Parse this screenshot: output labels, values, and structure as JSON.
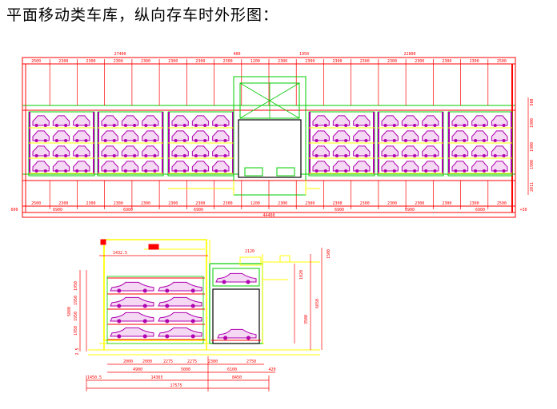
{
  "title": "平面移动类车库，纵向存车时外形图：",
  "colors": {
    "line": "#ff0000",
    "dim": "#ffff00",
    "wall": "#00cc00",
    "car": "#b000b0",
    "text": "#000000"
  },
  "plan": {
    "top_dims": {
      "row1": [
        "2500",
        "2300",
        "2300",
        "2300",
        "2300",
        "2300",
        "2300",
        "2300",
        "1200",
        "2300",
        "2300",
        "2300",
        "2300",
        "2300",
        "2300",
        "2300",
        "2300",
        "2500"
      ],
      "row0": [
        "27400",
        "400",
        "1950",
        "22800"
      ]
    },
    "right_dims": [
      "500",
      "1900",
      "1900",
      "1900",
      "2011"
    ],
    "bottom_dims": {
      "row1": [
        "2500",
        "2300",
        "2300",
        "2300",
        "2300",
        "2300",
        "2300",
        "2300",
        "1200",
        "2300",
        "2300",
        "2300",
        "2300",
        "2300",
        "2300",
        "2300",
        "2300",
        "2500"
      ],
      "row2": [
        "6900",
        "6900",
        "6900",
        "6900",
        "6900",
        "6900"
      ],
      "total": "44400",
      "left": "600",
      "right": "+30"
    }
  },
  "section": {
    "top_dims": [
      "1432.5",
      "2120"
    ],
    "left_dims": [
      "1950",
      "1950",
      "1950",
      "1950",
      "5880",
      "2.5"
    ],
    "right_dims": [
      "3500",
      "1020",
      "6650",
      "1500"
    ],
    "bottom_dims": {
      "row1": [
        "2000",
        "2000",
        "2275",
        "2275",
        "2300",
        "2750"
      ],
      "row2": [
        "4900",
        "5000",
        "6100",
        "420"
      ],
      "row3": [
        "1450.5",
        "14365",
        "8450"
      ],
      "total": "17575"
    }
  }
}
